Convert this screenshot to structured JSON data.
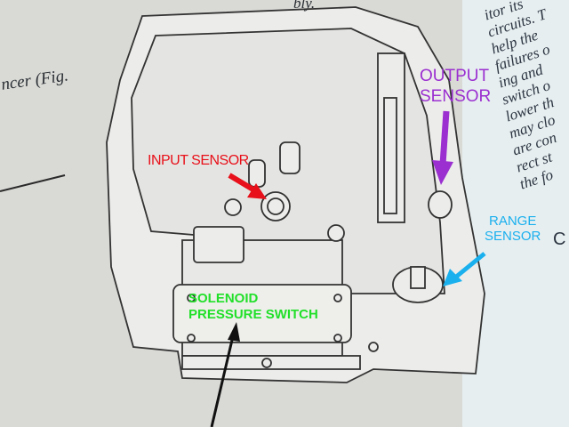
{
  "book": {
    "left_fragment_top": "bly.",
    "left_fragment": "ncer (Fig.",
    "right_column_lines": [
      "itor its",
      "circuits. T",
      "help the",
      "failures o",
      "ing and",
      "switch o",
      "lower th",
      "may clo",
      "are con",
      "rect st",
      "the fo"
    ],
    "stray_letter": "C"
  },
  "annotations": {
    "input_sensor": {
      "label": "INPUT SENSOR",
      "color": "#e8101a"
    },
    "output_sensor": {
      "line1": "OUTPUT",
      "line2": "SENSOR",
      "color": "#9b2fd0"
    },
    "range_sensor": {
      "line1": "RANGE",
      "line2": "SENSOR",
      "color": "#1ab0ee"
    },
    "solenoid": {
      "line1": "SOLENOID",
      "line2": "PRESSURE SWITCH",
      "color": "#22e02a"
    }
  }
}
